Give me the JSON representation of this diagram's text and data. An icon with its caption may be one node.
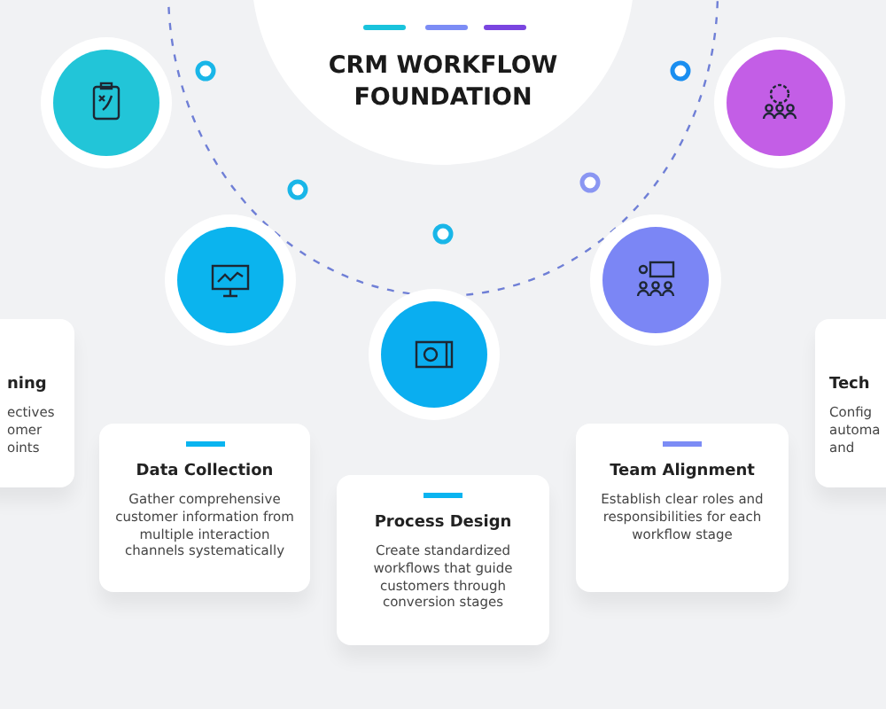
{
  "diagram": {
    "title": "CRM WORKFLOW FOUNDATION",
    "nodes": [
      {
        "text": [
          "ning",
          "ectives omer oints"
        ]
      },
      {
        "text": [
          "Data Collection",
          "Gather comprehensive customer information from multiple interaction channels systematically"
        ]
      },
      {
        "text": [
          "Process Design",
          "Create standardized workflows that guide customers through conversion stages"
        ]
      },
      {
        "text": [
          "Team Alignment",
          "Establish clear roles and responsibilities for each workflow stage"
        ]
      },
      {
        "text": [
          "Tech",
          "Config automa and"
        ]
      }
    ]
  }
}
